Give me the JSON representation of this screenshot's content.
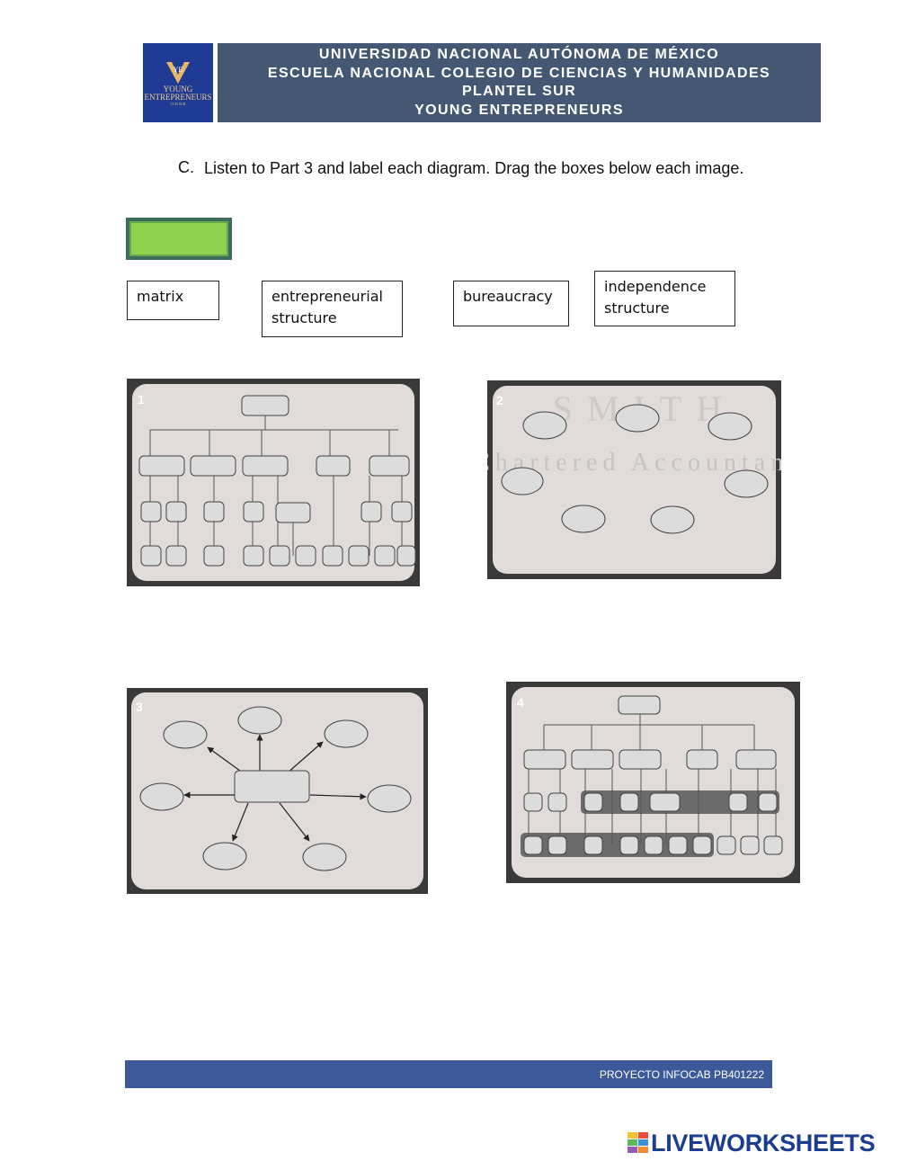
{
  "header": {
    "logo": {
      "monogram": "YE",
      "brand_line1": "YOUNG",
      "brand_line2": "ENTREPRENEURS",
      "tagline": "CCH SUR"
    },
    "lines": [
      "UNIVERSIDAD NACIONAL AUTÓNOMA DE MÉXICO",
      "ESCUELA NACIONAL COLEGIO DE CIENCIAS Y HUMANIDADES",
      "PLANTEL SUR",
      "YOUNG ENTREPRENEURS"
    ]
  },
  "instruction": {
    "letter": "C.",
    "text": "Listen to Part 3 and label each diagram. Drag the boxes below each image."
  },
  "word_bank": {
    "matrix": "matrix",
    "entrepreneurial_structure": "entrepreneurial structure",
    "bureaucracy": "bureaucracy",
    "independence_structure": "independence structure"
  },
  "diagrams": {
    "d1": {
      "number": "1"
    },
    "d2": {
      "number": "2",
      "background_text_1": "SMITH",
      "background_text_2": "Chartered Accountants"
    },
    "d3": {
      "number": "3"
    },
    "d4": {
      "number": "4"
    }
  },
  "colors": {
    "banner": "#445873",
    "logo_bg": "#1f3a93",
    "check_button": "#92d050",
    "footer": "#3c5a9a",
    "diagram_bg": "#e1dcd9",
    "diagram_frame": "#3a3a3a"
  },
  "footer": {
    "project": "PROYECTO INFOCAB PB401222",
    "brand_text": "LIVEWORKSHEETS",
    "brand_icon": "liveworksheets-logo-icon"
  }
}
